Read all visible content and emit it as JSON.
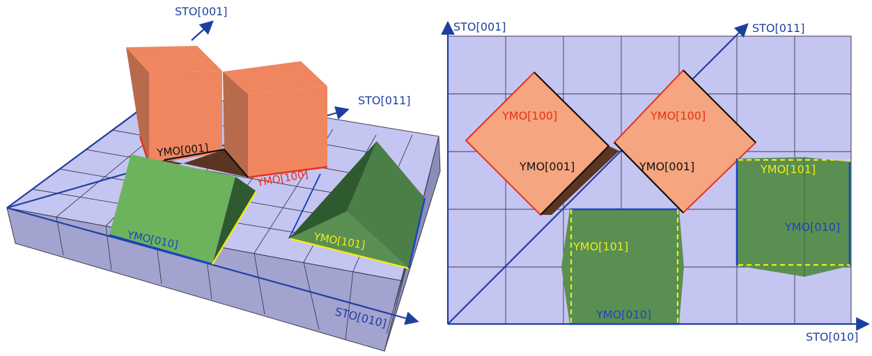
{
  "colors": {
    "substrate_face": "#c5c5f2",
    "substrate_side": "#9d9dc9",
    "grid_line": "#3a3a4e",
    "axis": "#1e3fa0",
    "ymo100_face": "#f5a57f",
    "ymo100_front": "#ef8660",
    "ymo100_side": "#b86a4c",
    "ymo100_edge": "#e8301a",
    "ymo_green": "#5a8f52",
    "ymo_green_light": "#6db35e",
    "ymo_green_dark": "#2f5a2f",
    "ymo010_edge": "#1a44c0",
    "ymo101_edge": "#f2ec16",
    "ymo001_edge": "#111111",
    "ymo001_face": "#5a3522"
  },
  "left_view": {
    "axis_labels": {
      "sto001": "STO[001]",
      "sto011": "STO[011]",
      "sto010": "STO[010]"
    },
    "labels": {
      "ymo001": "YMO[001]",
      "ymo100": "YMO[100]",
      "ymo010": "YMO[010]",
      "ymo101": "YMO[101]"
    }
  },
  "right_view": {
    "axis_labels": {
      "sto001": "STO[001]",
      "sto011": "STO[011]",
      "sto010": "STO[010]"
    },
    "labels": {
      "diamond_left_ymo100": "YMO[100]",
      "diamond_left_ymo001": "YMO[001]",
      "diamond_right_ymo100": "YMO[100]",
      "diamond_right_ymo001": "YMO[001]",
      "box_bottom_ymo101": "YMO[101]",
      "box_bottom_ymo010": "YMO[010]",
      "box_right_ymo101": "YMO[101]",
      "box_right_ymo010": "YMO[010]"
    }
  }
}
